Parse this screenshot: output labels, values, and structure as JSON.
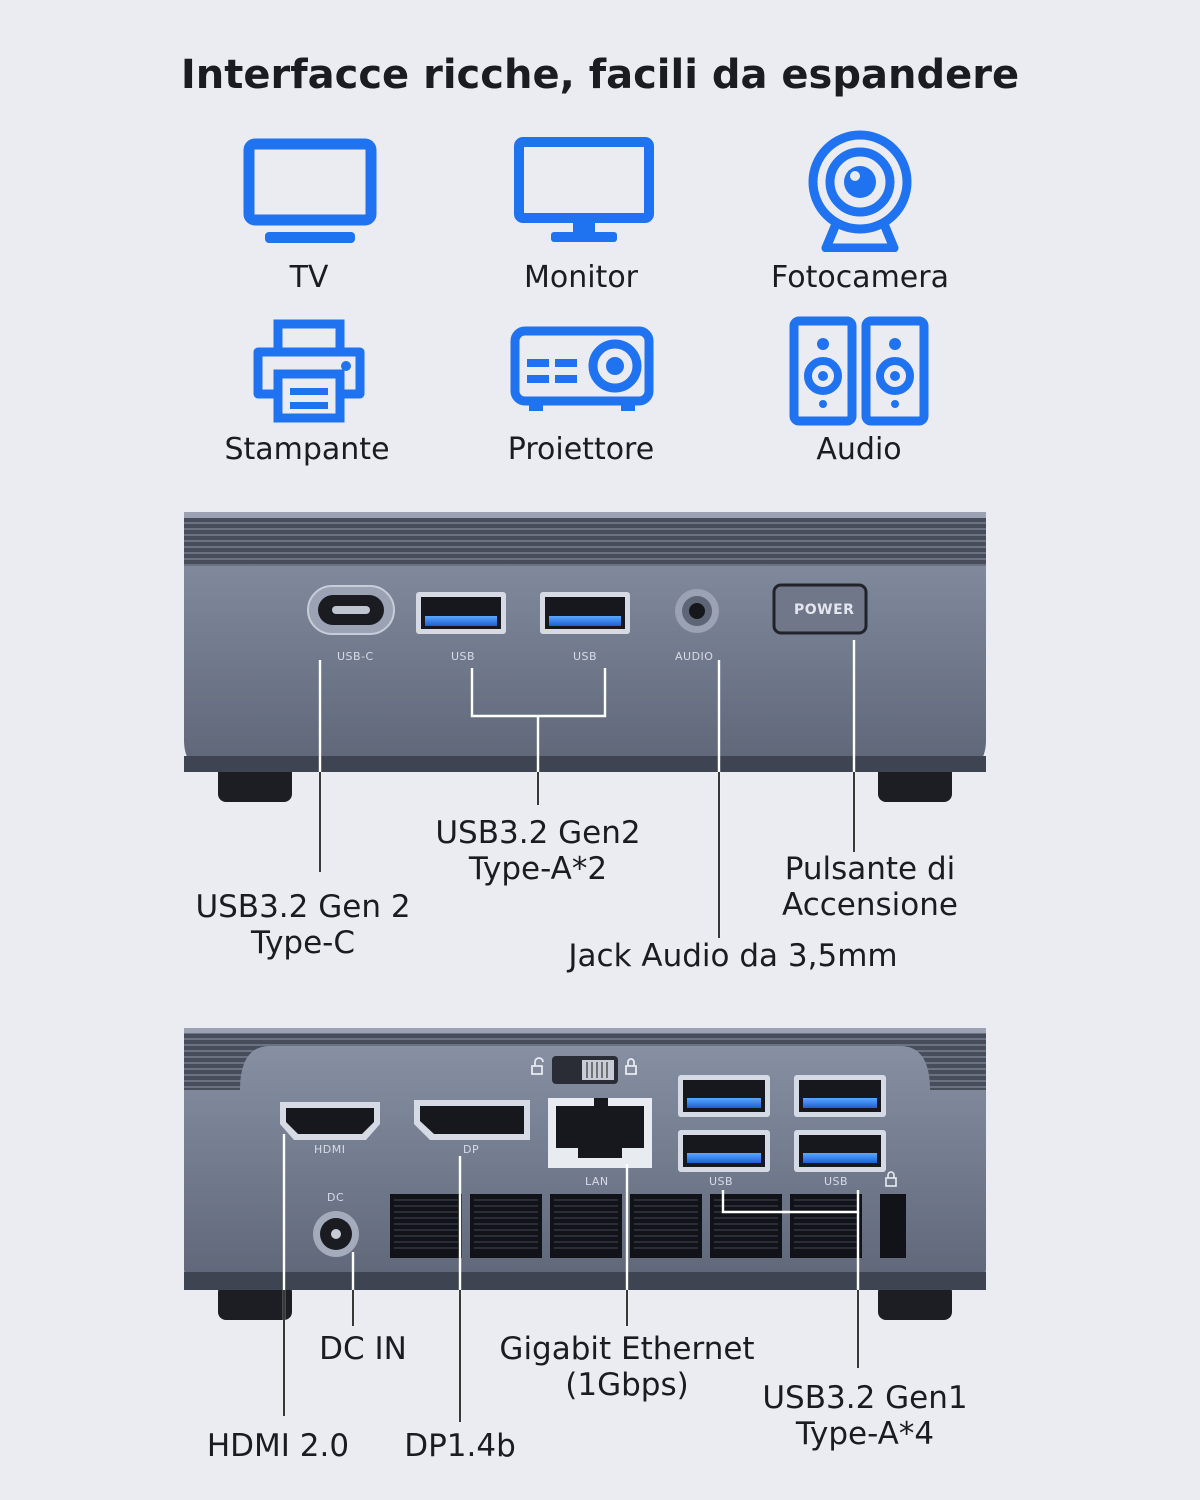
{
  "title": "Interfacce ricche, facili da espandere",
  "devices": [
    {
      "label": "TV",
      "icon": "tv-icon"
    },
    {
      "label": "Monitor",
      "icon": "monitor-icon"
    },
    {
      "label": "Fotocamera",
      "icon": "webcam-icon"
    },
    {
      "label": "Stampante",
      "icon": "printer-icon"
    },
    {
      "label": "Proiettore",
      "icon": "projector-icon"
    },
    {
      "label": "Audio",
      "icon": "speakers-icon"
    }
  ],
  "front": {
    "port_labels": {
      "usbc": "USB-C",
      "usb1": "USB",
      "usb2": "USB",
      "audio": "AUDIO",
      "power": "POWER"
    },
    "callouts": {
      "usbc": [
        "USB3.2 Gen 2",
        "Type-C"
      ],
      "usba": [
        "USB3.2 Gen2",
        "Type-A*2"
      ],
      "power": [
        "Pulsante di",
        "Accensione"
      ],
      "audio": "Jack Audio da 3,5mm"
    }
  },
  "rear": {
    "port_labels": {
      "hdmi": "HDMI",
      "dp": "DP",
      "lan": "LAN",
      "usb1": "USB",
      "usb2": "USB",
      "dc": "DC"
    },
    "callouts": {
      "dc": "DC IN",
      "lan": [
        "Gigabit Ethernet",
        "(1Gbps)"
      ],
      "usb": [
        "USB3.2 Gen1",
        "Type-A*4"
      ],
      "hdmi": "HDMI 2.0",
      "dp": "DP1.4b"
    }
  },
  "colors": {
    "accent_blue": "#1f73f0",
    "case": "#7a8296",
    "background": "#ebebf2"
  }
}
